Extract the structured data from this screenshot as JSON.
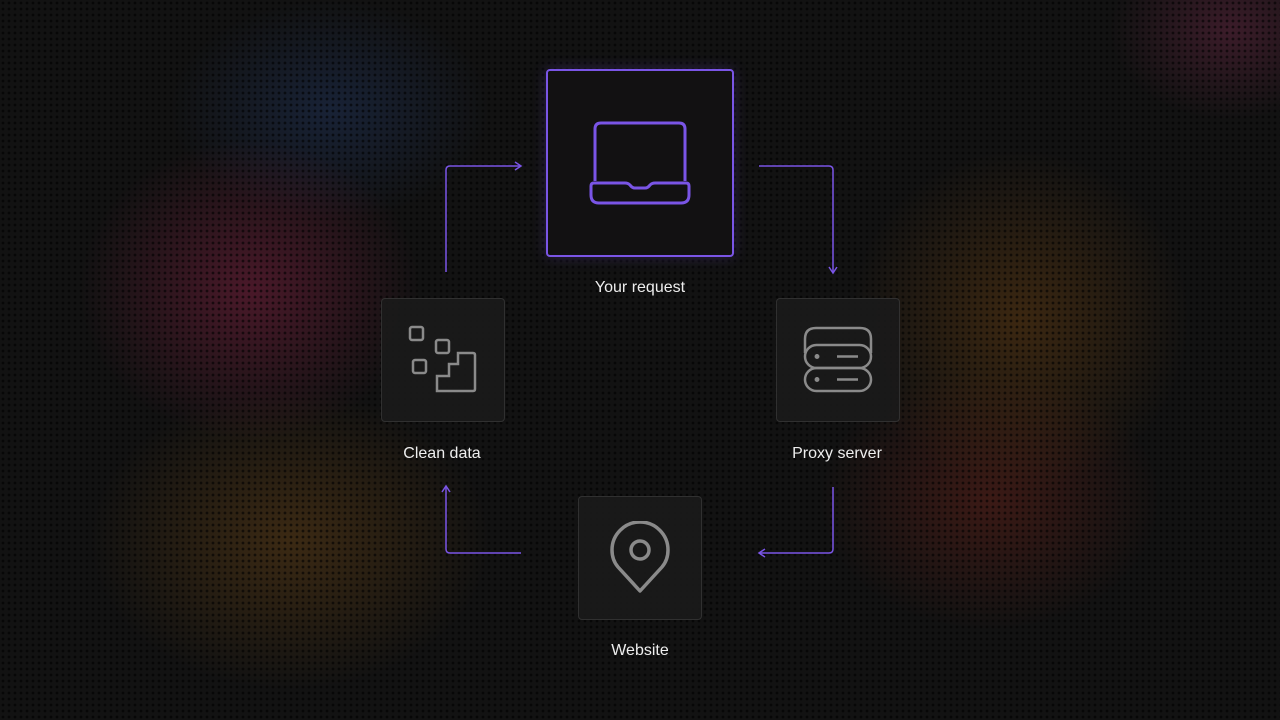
{
  "nodes": {
    "request": {
      "label": "Your request",
      "icon": "laptop-icon"
    },
    "proxy": {
      "label": "Proxy server",
      "icon": "server-icon"
    },
    "website": {
      "label": "Website",
      "icon": "location-pin-icon"
    },
    "clean": {
      "label": "Clean data",
      "icon": "data-blocks-icon"
    }
  },
  "colors": {
    "accent": "#7a55e6",
    "icon_gray": "#8a8a8a"
  }
}
